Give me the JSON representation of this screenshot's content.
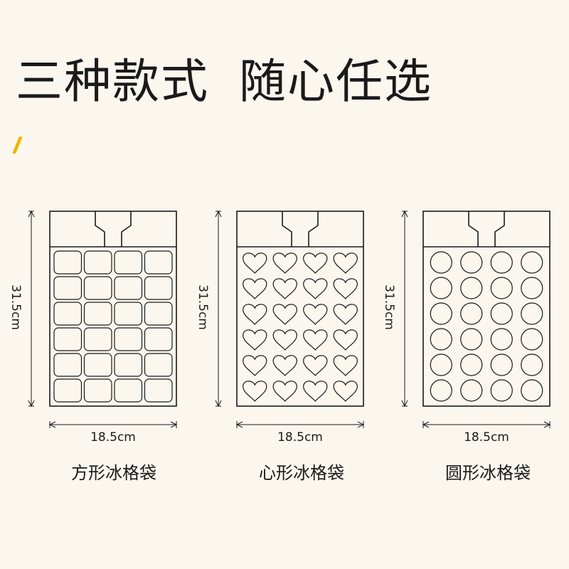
{
  "headline": {
    "part1": "三种款式",
    "part2": "随心任选"
  },
  "accent_color": "#f2b400",
  "bags": [
    {
      "shape": "square",
      "label": "方形冰格袋",
      "height_label": "31.5cm",
      "width_label": "18.5cm",
      "rows": 6,
      "cols": 4
    },
    {
      "shape": "heart",
      "label": "心形冰格袋",
      "height_label": "31.5cm",
      "width_label": "18.5cm",
      "rows": 6,
      "cols": 4
    },
    {
      "shape": "circle",
      "label": "圆形冰格袋",
      "height_label": "31.5cm",
      "width_label": "18.5cm",
      "rows": 6,
      "cols": 4
    }
  ]
}
